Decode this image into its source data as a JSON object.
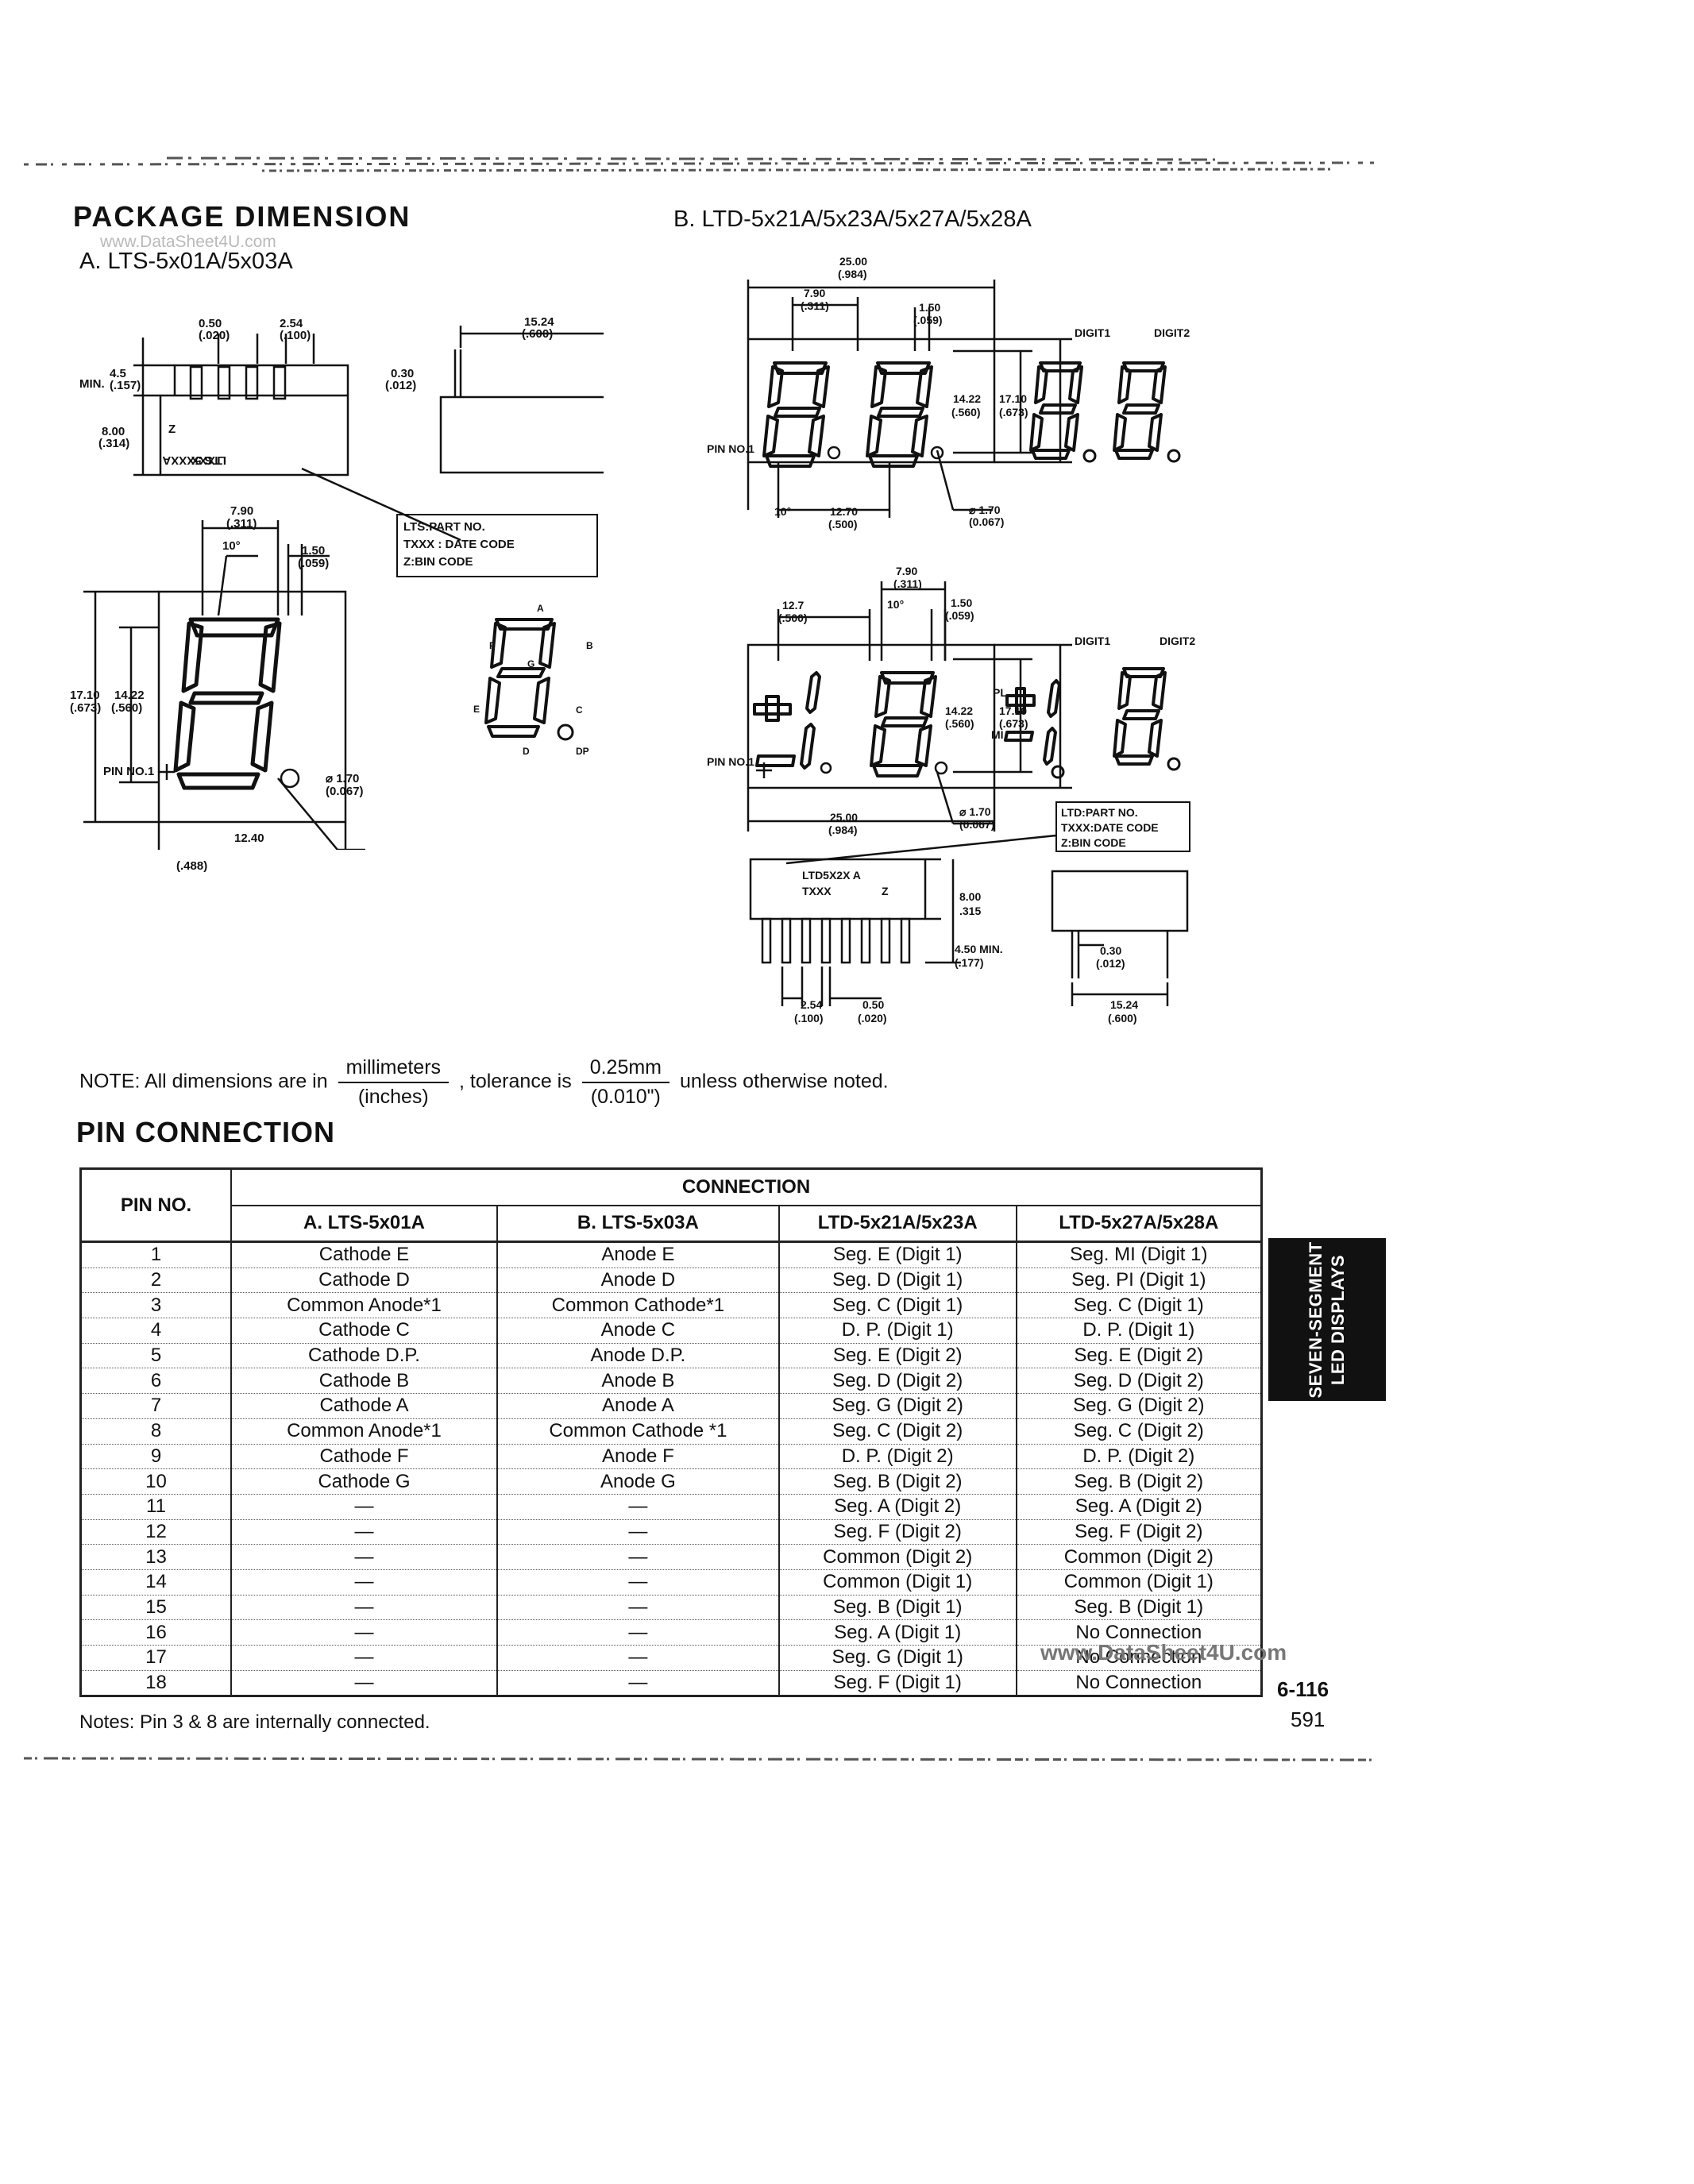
{
  "section_title": "PACKAGE DIMENSION",
  "watermark_top": "www.DataSheet4U.com",
  "part_a_title": "A. LTS-5x01A/5x03A",
  "part_b_title": "B. LTD-5x21A/5x23A/5x27A/5x28A",
  "drawing_a": {
    "pin_pitch": "2.54",
    "pin_pitch_in": "(.100)",
    "pin_width": "0.50",
    "pin_width_in": "(.020)",
    "min_label": "MIN.",
    "pin_len": "4.5",
    "pin_len_in": "(.157)",
    "depth": "8.00",
    "depth_in": "(.314)",
    "body_mark_1": "LTS 5XXXA",
    "body_mark_2": "TXXX",
    "z_mark": "Z",
    "side_lead": "0.30",
    "side_lead_in": "(.012)",
    "side_pitch": "15.24",
    "side_pitch_in": "(.600)",
    "label_lines": [
      "LTS:PART NO.",
      "TXXX : DATE CODE",
      "Z:BIN CODE"
    ],
    "char_width": "7.90",
    "char_width_in": "(.311)",
    "angle": "10°",
    "seg_width": "1.50",
    "seg_width_in": "(.059)",
    "height_outer": "17.10",
    "height_outer_in": "(.673)",
    "height_inner": "14.22",
    "height_inner_in": "(.560)",
    "pin1": "PIN NO.1",
    "dp_dia": "⌀ 1.70",
    "dp_dia_in": "(0.067)",
    "body_width": "12.40",
    "body_width_in": "(.488)",
    "seg_labels": [
      "A",
      "B",
      "C",
      "D",
      "E",
      "F",
      "G",
      "DP"
    ]
  },
  "drawing_b": {
    "total_width": "25.00",
    "total_width_in": "(.984)",
    "char_width": "7.90",
    "char_width_in": "(.311)",
    "seg_width": "1.50",
    "seg_width_in": "(.059)",
    "digit1": "DIGIT1",
    "digit2": "DIGIT2",
    "height_inner": "14.22",
    "height_inner_in": "(.560)",
    "height_outer": "17.10",
    "height_outer_in": "(.673)",
    "pin1": "PIN NO.1",
    "angle": "10°",
    "digit_pitch": "12.70",
    "digit_pitch_in": "(.500)",
    "dp_dia": "⌀ 1.70",
    "dp_dia_in": "(0.067)",
    "digit_pitch_2": "12.7",
    "digit_pitch_2_in": "(.500)",
    "angle_2": "10°",
    "pl_label": "PL",
    "mi_label": "MI",
    "label_lines": [
      "LTD:PART NO.",
      "TXXX:DATE CODE",
      "Z:BIN CODE"
    ],
    "body_mark_1": "LTD5X2X A",
    "body_mark_2": "TXXX",
    "z_mark": "Z",
    "depth": "8.00",
    "depth_in": ".315",
    "pin_len": "4.50 MIN.",
    "pin_len_in": "(.177)",
    "pin_pitch": "2.54",
    "pin_pitch_in": "(.100)",
    "pin_width": "0.50",
    "pin_width_in": "(.020)",
    "side_lead": "0.30",
    "side_lead_in": "(.012)",
    "side_pitch": "15.24",
    "side_pitch_in": "(.600)"
  },
  "note": {
    "prefix": "NOTE: All dimensions are in",
    "unit_num": "millimeters",
    "unit_den": "(inches)",
    "middle": ", tolerance is",
    "tol_num": "0.25mm",
    "tol_den": "(0.010\")",
    "suffix": "unless otherwise noted."
  },
  "pin_section_title": "PIN CONNECTION",
  "pin_table": {
    "pin_header": "PIN NO.",
    "connection_header": "CONNECTION",
    "columns": [
      "A. LTS-5x01A",
      "B. LTS-5x03A",
      "LTD-5x21A/5x23A",
      "LTD-5x27A/5x28A"
    ],
    "rows": [
      [
        "1",
        "Cathode E",
        "Anode E",
        "Seg. E (Digit 1)",
        "Seg. MI (Digit 1)"
      ],
      [
        "2",
        "Cathode D",
        "Anode D",
        "Seg. D (Digit 1)",
        "Seg. PI (Digit 1)"
      ],
      [
        "3",
        "Common Anode*1",
        "Common Cathode*1",
        "Seg. C (Digit 1)",
        "Seg. C (Digit 1)"
      ],
      [
        "4",
        "Cathode C",
        "Anode C",
        "D. P. (Digit 1)",
        "D. P. (Digit 1)"
      ],
      [
        "5",
        "Cathode D.P.",
        "Anode D.P.",
        "Seg. E (Digit 2)",
        "Seg. E (Digit 2)"
      ],
      [
        "6",
        "Cathode B",
        "Anode B",
        "Seg. D (Digit 2)",
        "Seg. D (Digit 2)"
      ],
      [
        "7",
        "Cathode A",
        "Anode A",
        "Seg. G (Digit 2)",
        "Seg. G (Digit 2)"
      ],
      [
        "8",
        "Common Anode*1",
        "Common Cathode *1",
        "Seg. C (Digit 2)",
        "Seg. C (Digit 2)"
      ],
      [
        "9",
        "Cathode F",
        "Anode F",
        "D. P. (Digit 2)",
        "D. P. (Digit 2)"
      ],
      [
        "10",
        "Cathode G",
        "Anode G",
        "Seg. B (Digit 2)",
        "Seg. B (Digit 2)"
      ],
      [
        "11",
        "—",
        "—",
        "Seg. A (Digit 2)",
        "Seg. A (Digit 2)"
      ],
      [
        "12",
        "—",
        "—",
        "Seg. F (Digit 2)",
        "Seg. F (Digit 2)"
      ],
      [
        "13",
        "—",
        "—",
        "Common (Digit 2)",
        "Common (Digit 2)"
      ],
      [
        "14",
        "—",
        "—",
        "Common (Digit 1)",
        "Common (Digit 1)"
      ],
      [
        "15",
        "—",
        "—",
        "Seg. B (Digit 1)",
        "Seg. B (Digit 1)"
      ],
      [
        "16",
        "—",
        "—",
        "Seg. A (Digit 1)",
        "No Connection"
      ],
      [
        "17",
        "—",
        "—",
        "Seg. G (Digit 1)",
        "No Connection"
      ],
      [
        "18",
        "—",
        "—",
        "Seg. F (Digit 1)",
        "No Connection"
      ]
    ]
  },
  "watermark_bottom": "www.DataSheet4U.com",
  "footnote": "Notes: Pin 3 & 8 are internally connected.",
  "side_tab": [
    "SEVEN-SEGMENT",
    "LED DISPLAYS"
  ],
  "page_section": "6-116",
  "page_number": "591"
}
